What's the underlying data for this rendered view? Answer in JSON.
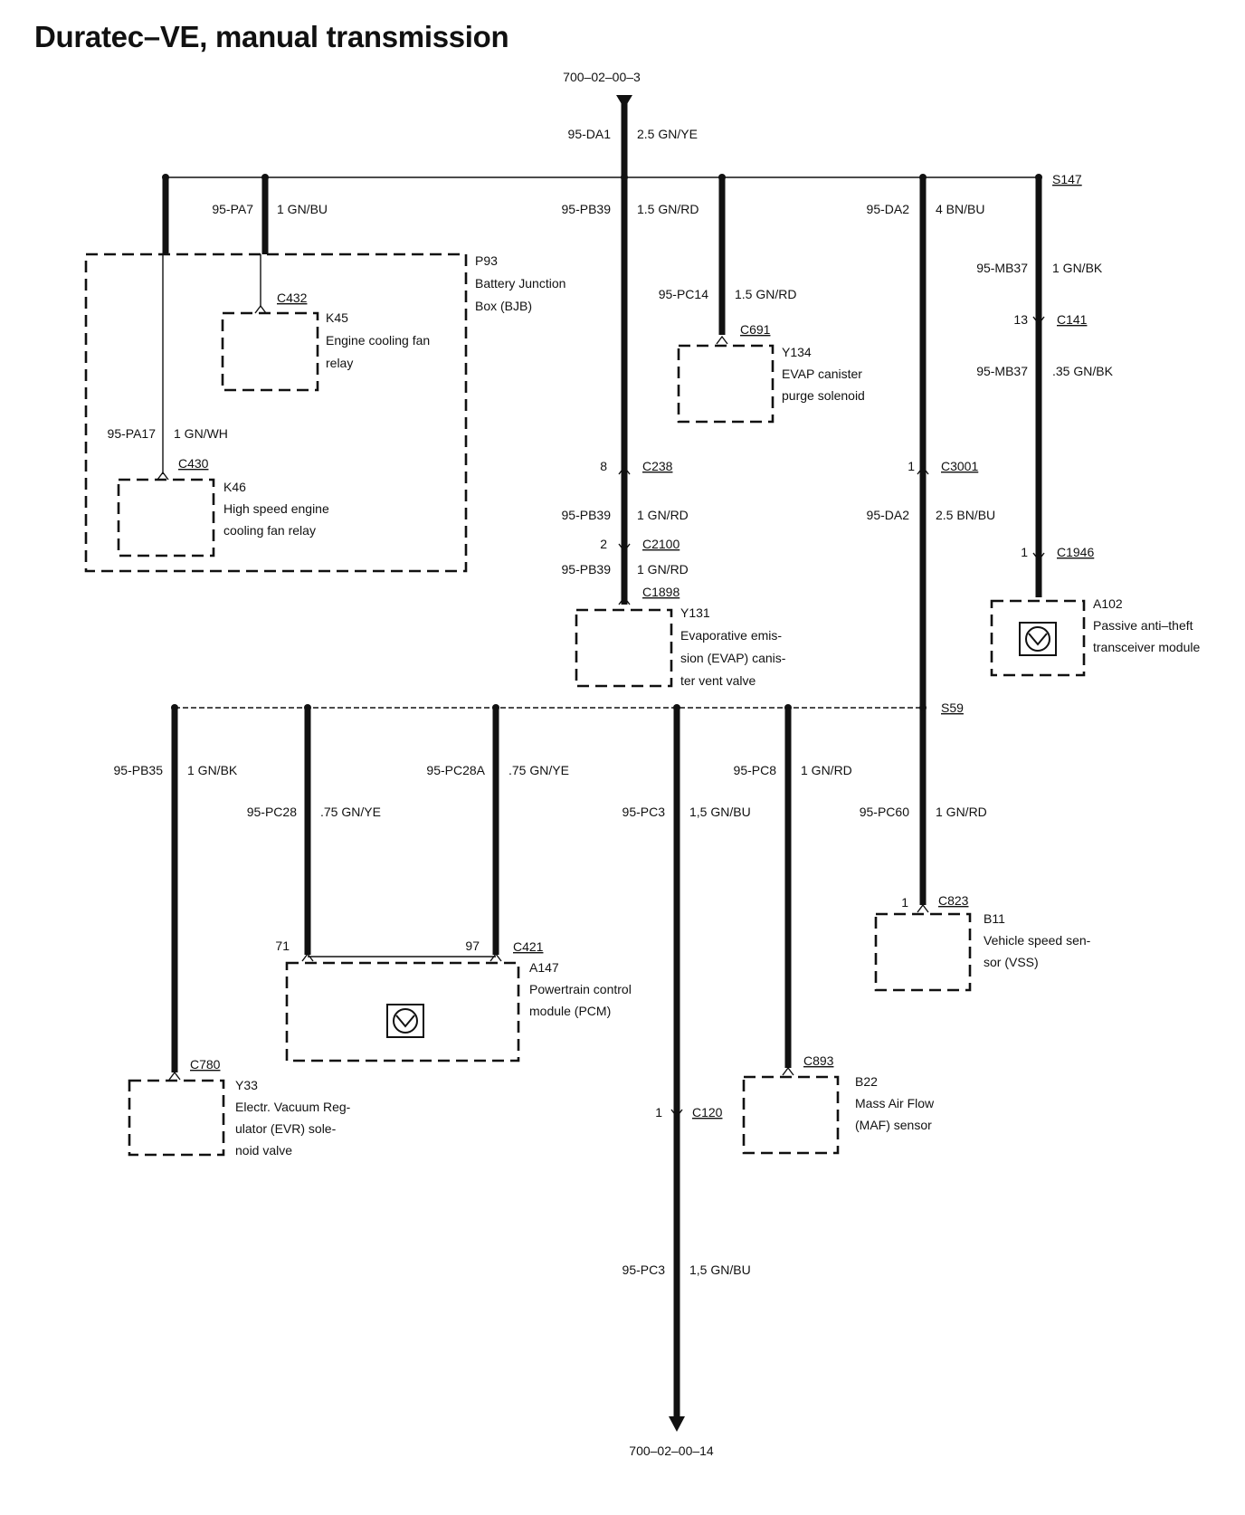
{
  "title": "Duratec–VE, manual transmission",
  "refs": {
    "top": "700–02–00–3",
    "bottom": "700–02–00–14"
  },
  "splices": {
    "s147": "S147",
    "s59": "S59"
  },
  "wires": {
    "da1": {
      "code": "95-DA1",
      "spec": "2.5 GN/YE"
    },
    "pa7": {
      "code": "95-PA7",
      "spec": "1 GN/BU"
    },
    "pa17": {
      "code": "95-PA17",
      "spec": "1 GN/WH"
    },
    "pb39a": {
      "code": "95-PB39",
      "spec": "1.5 GN/RD"
    },
    "pb39b": {
      "code": "95-PB39",
      "spec": "1 GN/RD"
    },
    "pb39c": {
      "code": "95-PB39",
      "spec": "1 GN/RD"
    },
    "pc14": {
      "code": "95-PC14",
      "spec": "1.5 GN/RD"
    },
    "da2a": {
      "code": "95-DA2",
      "spec": "4 BN/BU"
    },
    "da2b": {
      "code": "95-DA2",
      "spec": "2.5 BN/BU"
    },
    "mb37a": {
      "code": "95-MB37",
      "spec": "1 GN/BK"
    },
    "mb37b": {
      "code": "95-MB37",
      "spec": ".35 GN/BK"
    },
    "pb35": {
      "code": "95-PB35",
      "spec": "1 GN/BK"
    },
    "pc28": {
      "code": "95-PC28",
      "spec": ".75 GN/YE"
    },
    "pc28a": {
      "code": "95-PC28A",
      "spec": ".75 GN/YE"
    },
    "pc3a": {
      "code": "95-PC3",
      "spec": "1,5 GN/BU"
    },
    "pc3b": {
      "code": "95-PC3",
      "spec": "1,5 GN/BU"
    },
    "pc8": {
      "code": "95-PC8",
      "spec": "1 GN/RD"
    },
    "pc60": {
      "code": "95-PC60",
      "spec": "1 GN/RD"
    }
  },
  "connectors": {
    "c432": "C432",
    "c430": "C430",
    "c691": "C691",
    "c238": "C238",
    "c238_pin": "8",
    "c2100": "C2100",
    "c2100_pin": "2",
    "c1898": "C1898",
    "c3001": "C3001",
    "c3001_pin": "1",
    "c141": "C141",
    "c141_pin": "13",
    "c1946": "C1946",
    "c1946_pin": "1",
    "c421": "C421",
    "c421_pin_a": "71",
    "c421_pin_b": "97",
    "c780": "C780",
    "c120": "C120",
    "c120_pin": "1",
    "c893": "C893",
    "c823": "C823",
    "c823_pin": "1"
  },
  "components": {
    "p93": [
      "P93",
      "Battery Junction",
      "Box (BJB)"
    ],
    "k45": [
      "K45",
      "Engine cooling fan",
      "relay"
    ],
    "k46": [
      "K46",
      "High speed engine",
      "cooling fan relay"
    ],
    "y134": [
      "Y134",
      "EVAP canister",
      "purge solenoid"
    ],
    "y131": [
      "Y131",
      "Evaporative emis-",
      "sion (EVAP) canis-",
      "ter vent valve"
    ],
    "a102": [
      "A102",
      "Passive anti–theft",
      "transceiver module"
    ],
    "a147": [
      "A147",
      "Powertrain control",
      "module (PCM)"
    ],
    "y33": [
      "Y33",
      "Electr. Vacuum Reg-",
      "ulator (EVR) sole-",
      "noid valve"
    ],
    "b22": [
      "B22",
      "Mass Air Flow",
      "(MAF) sensor"
    ],
    "b11": [
      "B11",
      "Vehicle speed sen-",
      "sor (VSS)"
    ]
  }
}
